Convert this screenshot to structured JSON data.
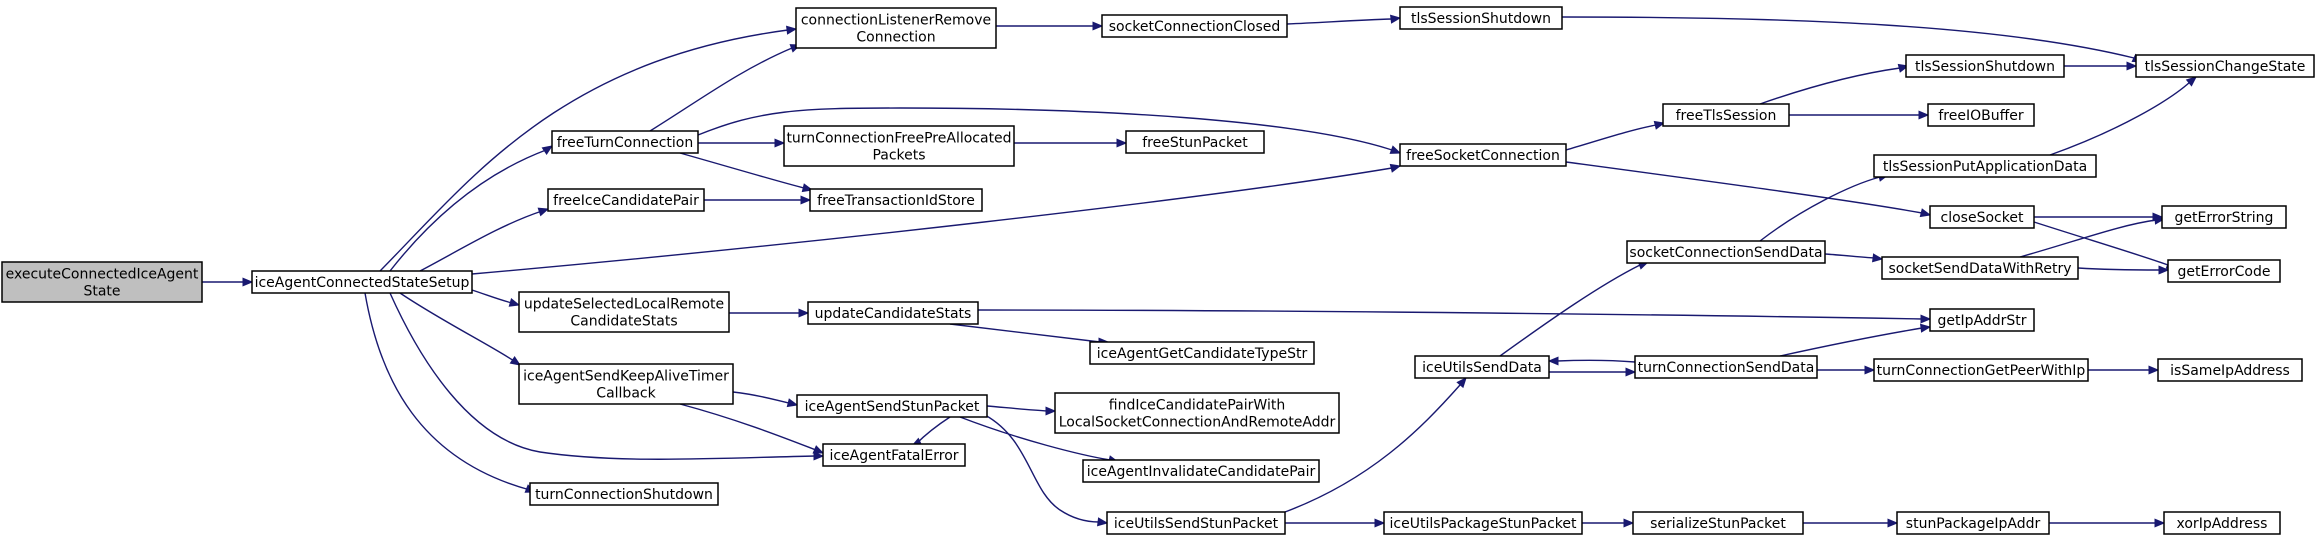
{
  "diagram": {
    "colors": {
      "edge": "#191970",
      "node_fill": "#ffffff",
      "root_fill": "#bfbfbf",
      "node_border": "#000000"
    },
    "nodes": [
      {
        "id": "n_execute",
        "lines": [
          "executeConnectedIceAgent",
          "State"
        ],
        "root": true
      },
      {
        "id": "n_setup",
        "lines": [
          "iceAgentConnectedStateSetup"
        ]
      },
      {
        "id": "n_connRemove",
        "lines": [
          "connectionListenerRemove",
          "Connection"
        ]
      },
      {
        "id": "n_sockClosed",
        "lines": [
          "socketConnectionClosed"
        ]
      },
      {
        "id": "n_tlsShut1",
        "lines": [
          "tlsSessionShutdown"
        ]
      },
      {
        "id": "n_tlsChange",
        "lines": [
          "tlsSessionChangeState"
        ]
      },
      {
        "id": "n_tlsShut2",
        "lines": [
          "tlsSessionShutdown"
        ]
      },
      {
        "id": "n_freeTls",
        "lines": [
          "freeTlsSession"
        ]
      },
      {
        "id": "n_freeIO",
        "lines": [
          "freeIOBuffer"
        ]
      },
      {
        "id": "n_freeTurn",
        "lines": [
          "freeTurnConnection"
        ]
      },
      {
        "id": "n_turnFreePre",
        "lines": [
          "turnConnectionFreePreAllocated",
          "Packets"
        ]
      },
      {
        "id": "n_freeStun",
        "lines": [
          "freeStunPacket"
        ]
      },
      {
        "id": "n_freeSock",
        "lines": [
          "freeSocketConnection"
        ]
      },
      {
        "id": "n_tlsPut",
        "lines": [
          "tlsSessionPutApplicationData"
        ]
      },
      {
        "id": "n_freePair",
        "lines": [
          "freeIceCandidatePair"
        ]
      },
      {
        "id": "n_freeTrans",
        "lines": [
          "freeTransactionIdStore"
        ]
      },
      {
        "id": "n_closeSock",
        "lines": [
          "closeSocket"
        ]
      },
      {
        "id": "n_getErrStr",
        "lines": [
          "getErrorString"
        ]
      },
      {
        "id": "n_sockSend",
        "lines": [
          "socketConnectionSendData"
        ]
      },
      {
        "id": "n_sockRetry",
        "lines": [
          "socketSendDataWithRetry"
        ]
      },
      {
        "id": "n_getErrCode",
        "lines": [
          "getErrorCode"
        ]
      },
      {
        "id": "n_updSel",
        "lines": [
          "updateSelectedLocalRemote",
          "CandidateStats"
        ]
      },
      {
        "id": "n_updCand",
        "lines": [
          "updateCandidateStats"
        ]
      },
      {
        "id": "n_getIp",
        "lines": [
          "getIpAddrStr"
        ]
      },
      {
        "id": "n_typeStr",
        "lines": [
          "iceAgentGetCandidateTypeStr"
        ]
      },
      {
        "id": "n_keepAlive",
        "lines": [
          "iceAgentSendKeepAliveTimer",
          "Callback"
        ]
      },
      {
        "id": "n_iceUtilsSend",
        "lines": [
          "iceUtilsSendData"
        ]
      },
      {
        "id": "n_turnSend",
        "lines": [
          "turnConnectionSendData"
        ]
      },
      {
        "id": "n_peerWithIp",
        "lines": [
          "turnConnectionGetPeerWithIp"
        ]
      },
      {
        "id": "n_isSameIp",
        "lines": [
          "isSameIpAddress"
        ]
      },
      {
        "id": "n_sendStun",
        "lines": [
          "iceAgentSendStunPacket"
        ]
      },
      {
        "id": "n_findPair",
        "lines": [
          "findIceCandidatePairWith",
          "LocalSocketConnectionAndRemoteAddr"
        ]
      },
      {
        "id": "n_fatal",
        "lines": [
          "iceAgentFatalError"
        ]
      },
      {
        "id": "n_invalidate",
        "lines": [
          "iceAgentInvalidateCandidatePair"
        ]
      },
      {
        "id": "n_turnShutdown",
        "lines": [
          "turnConnectionShutdown"
        ]
      },
      {
        "id": "n_utilsSendStun",
        "lines": [
          "iceUtilsSendStunPacket"
        ]
      },
      {
        "id": "n_pkgStun",
        "lines": [
          "iceUtilsPackageStunPacket"
        ]
      },
      {
        "id": "n_serialize",
        "lines": [
          "serializeStunPacket"
        ]
      },
      {
        "id": "n_stunPkgIp",
        "lines": [
          "stunPackageIpAddr"
        ]
      },
      {
        "id": "n_xorIp",
        "lines": [
          "xorIpAddress"
        ]
      }
    ]
  }
}
